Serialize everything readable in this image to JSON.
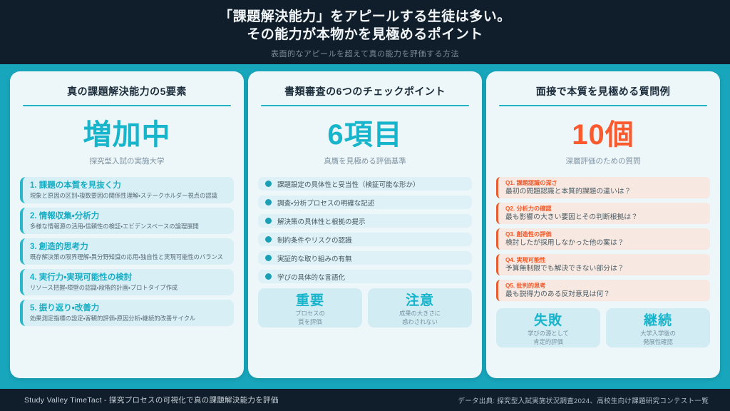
{
  "header": {
    "title_line1": "「課題解決能力」をアピールする生徒は多い。",
    "title_line2": "その能力が本物かを見極めるポイント",
    "subtitle": "表面的なアピールを超えて真の能力を評価する方法"
  },
  "colors": {
    "background_band": "#17A6BC",
    "dark_band": "#101E2B",
    "card_background": "#EDF6F9",
    "teal_accent": "#17B5CB",
    "orange_accent": "#FB5A2E"
  },
  "cards": [
    {
      "title": "真の課題解決能力の5要素",
      "stat": "増加中",
      "stat_caption": "探究型入試の実施大学",
      "items": [
        {
          "title": "1. 課題の本質を見抜く力",
          "desc": "現象と原因の区別・複数要因の関係性理解・ステークホルダー視点の認識"
        },
        {
          "title": "2. 情報収集・分析力",
          "desc": "多様な情報源の活用・信頼性の検証・エビデンスベースの論理展開"
        },
        {
          "title": "3. 創造的思考力",
          "desc": "既存解決策の限界理解・異分野知識の応用・独自性と実現可能性のバランス"
        },
        {
          "title": "4. 実行力・実現可能性の検討",
          "desc": "リソース把握・障壁の認識・段階的計画・プロトタイプ作成"
        },
        {
          "title": "5. 振り返り・改善力",
          "desc": "効果測定指標の設定・客観的評価・原因分析・継続的改善サイクル"
        }
      ]
    },
    {
      "title": "書類審査の6つのチェックポイント",
      "stat": "6項目",
      "stat_caption": "真贋を見極める評価基準",
      "checks": [
        "課題設定の具体性と妥当性（検証可能な形か）",
        "調査・分析プロセスの明確な記述",
        "解決策の具体性と根拠の提示",
        "制約条件やリスクの認識",
        "実証的な取り組みの有無",
        "学びの具体的な言語化"
      ],
      "callouts": [
        {
          "label": "重要",
          "line1": "プロセスの",
          "line2": "質を評価"
        },
        {
          "label": "注意",
          "line1": "成果の大きさに",
          "line2": "惑わされない"
        }
      ]
    },
    {
      "title": "面接で本質を見極める質問例",
      "stat": "10個",
      "stat_caption": "深層評価のための質問",
      "questions": [
        {
          "label": "Q1. 課題認識の深さ",
          "text": "最初の問題認識と本質的課題の違いは？"
        },
        {
          "label": "Q2. 分析力の確認",
          "text": "最も影響の大きい要因とその判断根拠は？"
        },
        {
          "label": "Q3. 創造性の評価",
          "text": "検討したが採用しなかった他の案は？"
        },
        {
          "label": "Q4. 実現可能性",
          "text": "予算無制限でも解決できない部分は？"
        },
        {
          "label": "Q5. 批判的思考",
          "text": "最も説得力のある反対意見は何？"
        }
      ],
      "callouts": [
        {
          "label": "失敗",
          "line1": "学びの源として",
          "line2": "肯定的評価"
        },
        {
          "label": "継続",
          "line1": "大学入学後の",
          "line2": "発展性確認"
        }
      ]
    }
  ],
  "footer": {
    "left": "Study Valley TimeTact - 探究プロセスの可視化で真の課題解決能力を評価",
    "right": "データ出典: 探究型入試実施状況調査2024、高校生向け課題研究コンテスト一覧"
  }
}
